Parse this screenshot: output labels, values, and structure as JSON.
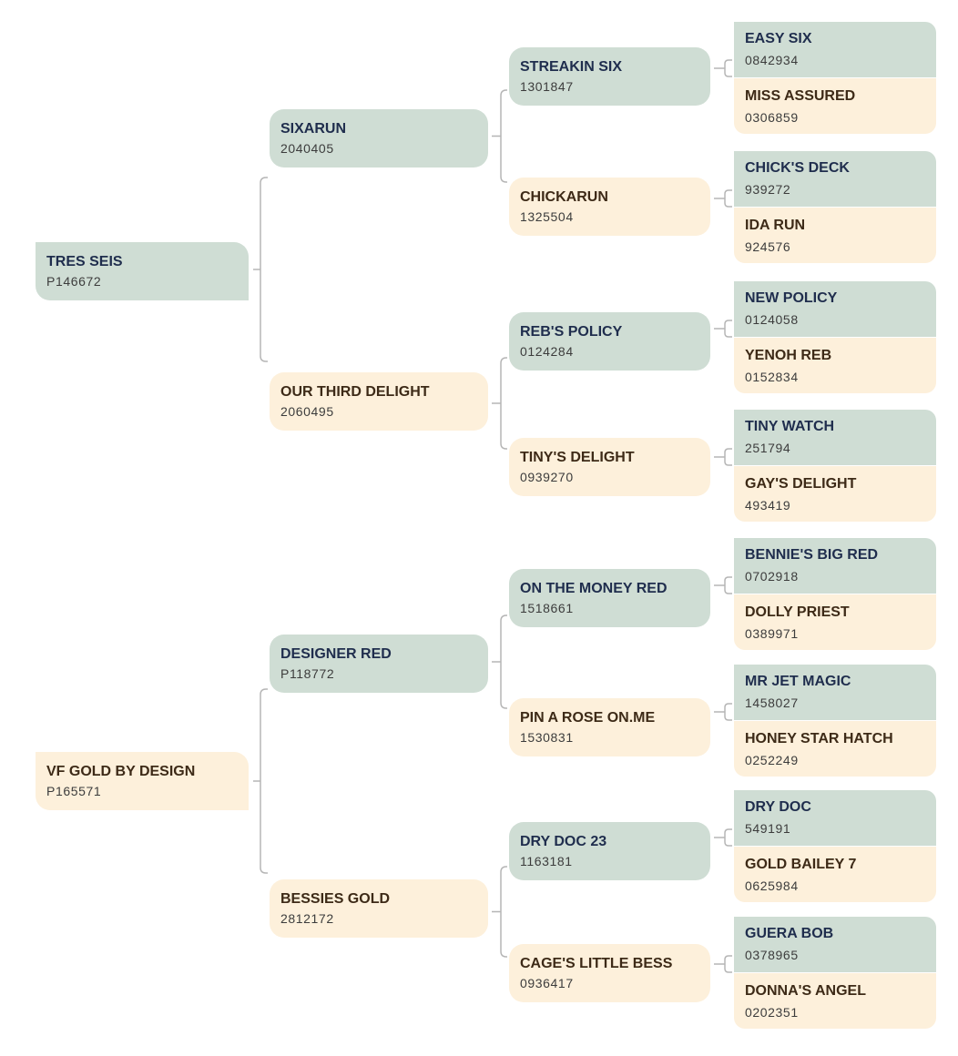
{
  "pedigree": {
    "colors": {
      "sire": "#cfddd4",
      "dam": "#fdf0db",
      "line": "#b5b5b5"
    },
    "groups": [
      {
        "horse": {
          "name": "TRES SEIS",
          "reg": "P146672",
          "sex": "sire"
        },
        "sire": {
          "name": "SIXARUN",
          "reg": "2040405",
          "sire": {
            "name": "STREAKIN SIX",
            "reg": "1301847",
            "sire": {
              "name": "EASY SIX",
              "reg": "0842934"
            },
            "dam": {
              "name": "MISS ASSURED",
              "reg": "0306859"
            }
          },
          "dam": {
            "name": "CHICKARUN",
            "reg": "1325504",
            "sire": {
              "name": "CHICK'S DECK",
              "reg": "939272"
            },
            "dam": {
              "name": "IDA RUN",
              "reg": "924576"
            }
          }
        },
        "dam": {
          "name": "OUR THIRD DELIGHT",
          "reg": "2060495",
          "sire": {
            "name": "REB'S POLICY",
            "reg": "0124284",
            "sire": {
              "name": "NEW POLICY",
              "reg": "0124058"
            },
            "dam": {
              "name": "YENOH REB",
              "reg": "0152834"
            }
          },
          "dam": {
            "name": "TINY'S DELIGHT",
            "reg": "0939270",
            "sire": {
              "name": "TINY WATCH",
              "reg": "251794"
            },
            "dam": {
              "name": "GAY'S DELIGHT",
              "reg": "493419"
            }
          }
        }
      },
      {
        "horse": {
          "name": "VF GOLD BY DESIGN",
          "reg": "P165571",
          "sex": "dam"
        },
        "sire": {
          "name": "DESIGNER RED",
          "reg": "P118772",
          "sire": {
            "name": "ON THE MONEY RED",
            "reg": "1518661",
            "sire": {
              "name": "BENNIE'S BIG RED",
              "reg": "0702918"
            },
            "dam": {
              "name": "DOLLY PRIEST",
              "reg": "0389971"
            }
          },
          "dam": {
            "name": "PIN A ROSE ON.ME",
            "reg": "1530831",
            "sire": {
              "name": "MR JET MAGIC",
              "reg": "1458027"
            },
            "dam": {
              "name": "HONEY STAR HATCH",
              "reg": "0252249"
            }
          }
        },
        "dam": {
          "name": "BESSIES GOLD",
          "reg": "2812172",
          "sire": {
            "name": "DRY DOC 23",
            "reg": "1163181",
            "sire": {
              "name": "DRY DOC",
              "reg": "549191"
            },
            "dam": {
              "name": "GOLD BAILEY 7",
              "reg": "0625984"
            }
          },
          "dam": {
            "name": "CAGE'S LITTLE BESS",
            "reg": "0936417",
            "sire": {
              "name": "GUERA BOB",
              "reg": "0378965"
            },
            "dam": {
              "name": "DONNA'S ANGEL",
              "reg": "0202351"
            }
          }
        }
      }
    ]
  }
}
